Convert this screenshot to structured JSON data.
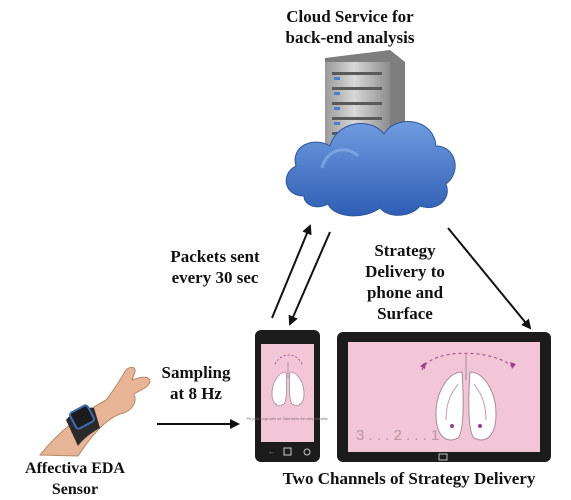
{
  "labels": {
    "cloud_title": [
      "Cloud Service for",
      "back-end analysis"
    ],
    "packets": [
      "Packets sent",
      "every 30 sec"
    ],
    "strategy": [
      "Strategy",
      "Delivery to",
      "phone and",
      "Surface"
    ],
    "sampling": [
      "Sampling",
      "at 8 Hz"
    ],
    "sensor": [
      "Affectiva EDA",
      "Sensor"
    ],
    "channels": "Two Channels of Strategy Delivery"
  },
  "phone_screen": {
    "caption": "Fill your lungs with air. Take three fun deep breaths."
  },
  "tablet_screen": {
    "counter": "3 . . . 2 . . . 1"
  },
  "colors": {
    "screen_pink": "#f2c6d6",
    "device_black": "#1c1c1c",
    "cloud_blue": "#3f73c8",
    "server_gray": "#b8b8b8",
    "accent_purple": "#9a3d8f"
  }
}
